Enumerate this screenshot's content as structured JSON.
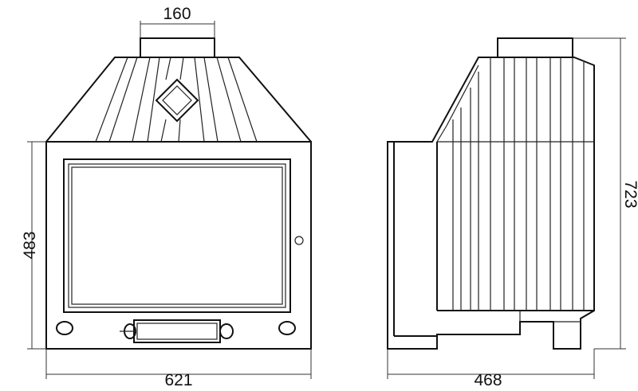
{
  "dimensions": {
    "top_width": "160",
    "front_height": "483",
    "front_width": "621",
    "side_depth": "468",
    "total_height": "723"
  }
}
